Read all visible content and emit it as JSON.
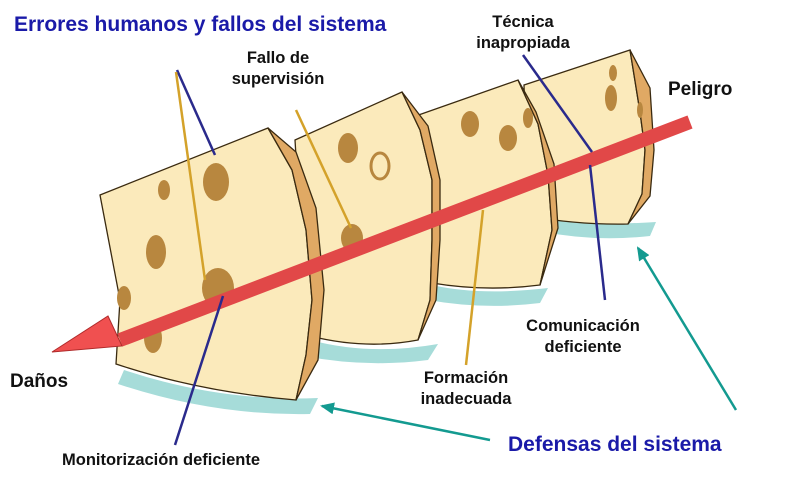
{
  "title": "Errores humanos y fallos del sistema",
  "labels": {
    "fallo_supervision": [
      "Fallo de",
      "supervisión"
    ],
    "tecnica_inapropiada": [
      "Técnica",
      "inapropiada"
    ],
    "peligro": "Peligro",
    "danos": "Daños",
    "comunicacion_deficiente": [
      "Comunicación",
      "deficiente"
    ],
    "formacion_inadecuada": [
      "Formación",
      "inadecuada"
    ],
    "monitorizacion_deficiente": "Monitorización deficiente",
    "defensas_sistema": "Defensas del sistema"
  },
  "colors": {
    "cheese_face": "#fbeabb",
    "cheese_side": "#e0a964",
    "cheese_top": "#f2c98a",
    "hole_dark": "#b8873f",
    "shadow": "#a6dcd9",
    "arrow_red": "#f05050",
    "pointer_navy": "#2a2a8c",
    "pointer_gold": "#d4a22a",
    "pointer_teal": "#139a90",
    "title_blue": "#1a1aa8"
  }
}
